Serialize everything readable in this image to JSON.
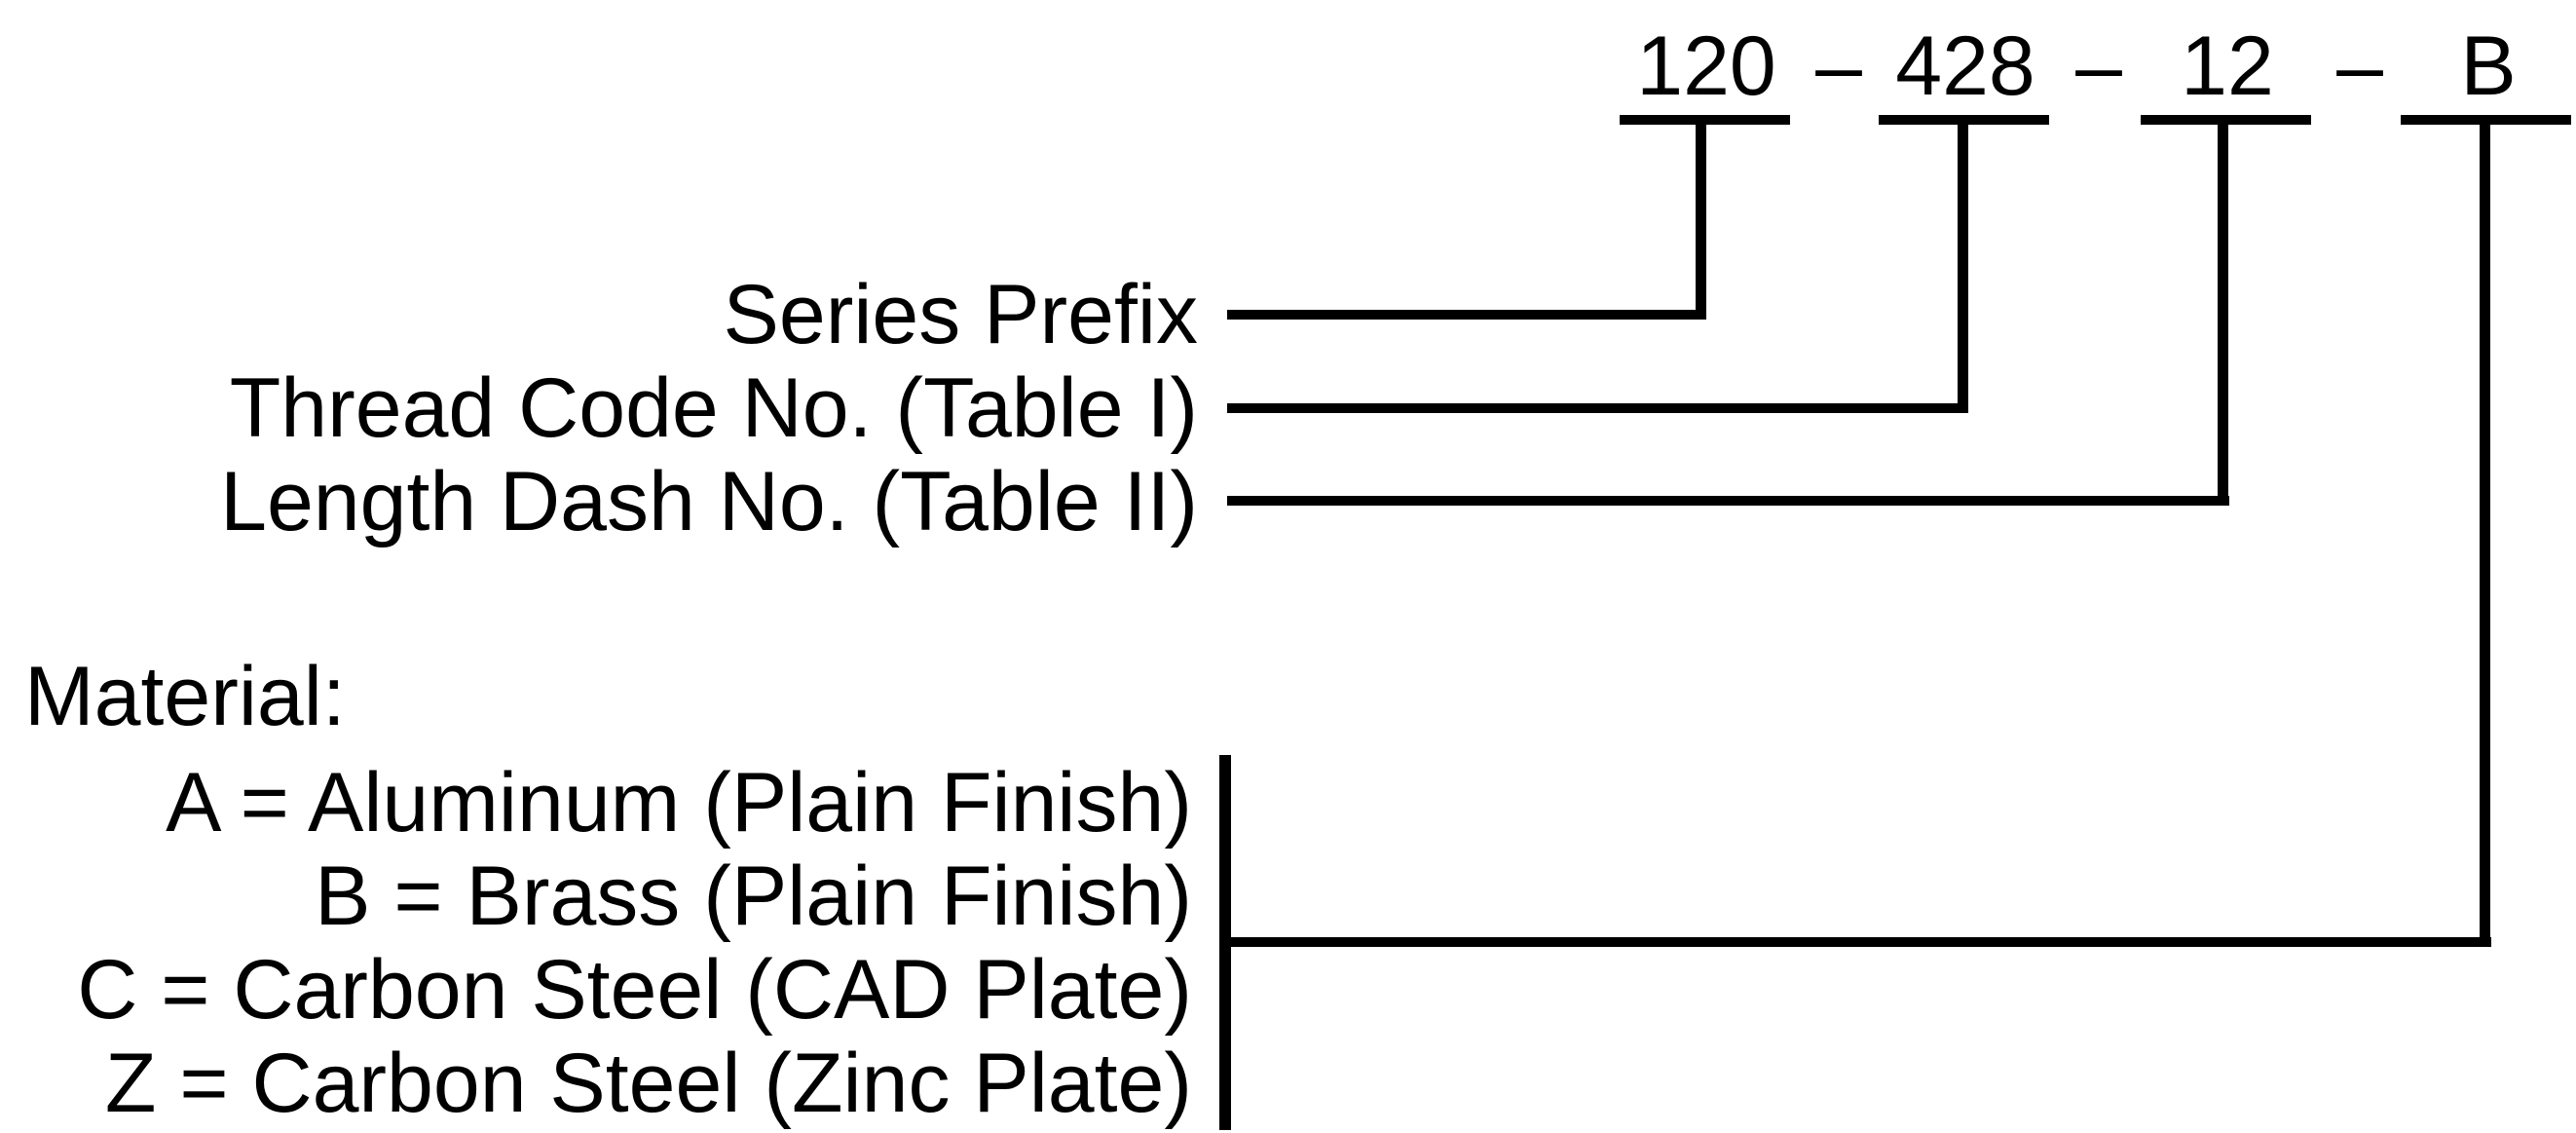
{
  "diagram": {
    "background_color": "#ffffff",
    "ink_color": "#000000",
    "part_number_example": {
      "separator": "–",
      "segments": [
        "120",
        "428",
        "12",
        "B"
      ]
    },
    "callouts": [
      {
        "label": "Series Prefix"
      },
      {
        "label": "Thread Code No. (Table I)"
      },
      {
        "label": "Length Dash No. (Table II)"
      }
    ],
    "material_legend": {
      "heading": "Material:",
      "options": [
        {
          "label": "A = Aluminum (Plain Finish)"
        },
        {
          "label": "B = Brass (Plain Finish)"
        },
        {
          "label": "C = Carbon Steel (CAD Plate)"
        },
        {
          "label": "Z = Carbon Steel (Zinc Plate)"
        }
      ]
    }
  }
}
